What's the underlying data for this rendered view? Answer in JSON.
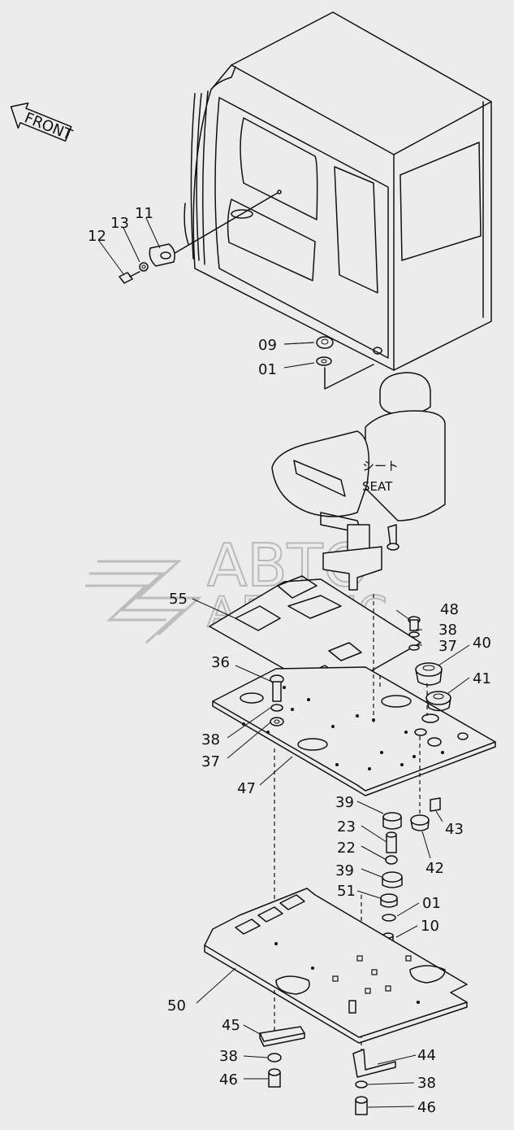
{
  "front_arrow": {
    "label": "FRONT"
  },
  "seat": {
    "label_jp": "シート",
    "label_en": "SEAT"
  },
  "watermark": {
    "line1": "АВТО",
    "line2": "АЛЬЯНС"
  },
  "callouts": [
    "11",
    "12",
    "13",
    "09",
    "01",
    "55",
    "48",
    "38",
    "37",
    "40",
    "36",
    "41",
    "38",
    "37",
    "47",
    "39",
    "43",
    "23",
    "22",
    "42",
    "39",
    "51",
    "01",
    "10",
    "50",
    "45",
    "44",
    "38",
    "46",
    "38",
    "46"
  ]
}
